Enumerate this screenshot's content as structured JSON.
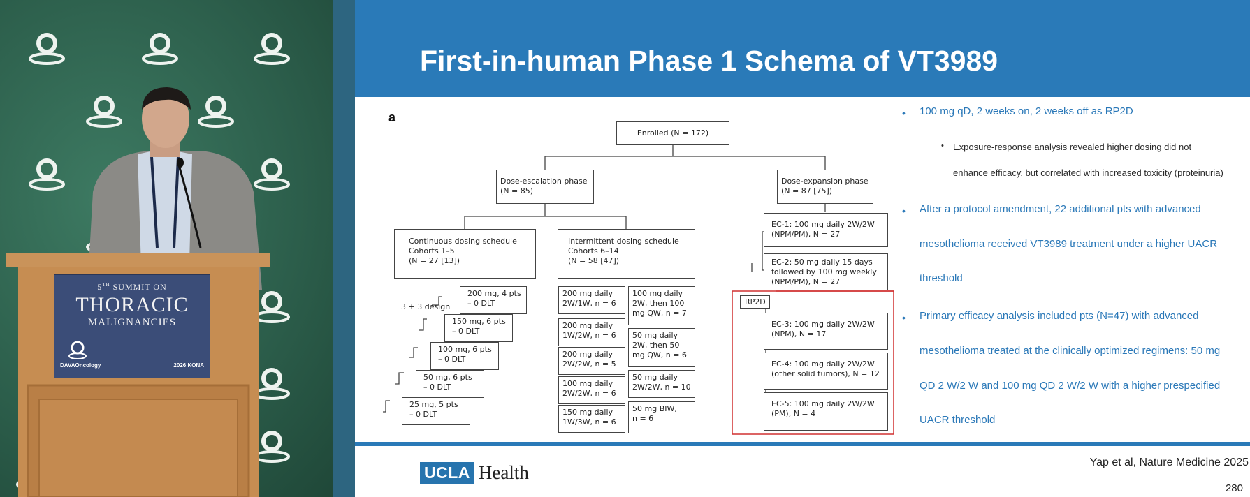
{
  "video": {
    "sign": {
      "summit_line_prefix": "5",
      "summit_line_sup": "TH",
      "summit_line_rest": "SUMMIT ON",
      "title_1": "THORACIC",
      "title_2": "MALIGNANCIES",
      "brand_left": "DAVAOncology",
      "brand_right": "2026 KONA"
    }
  },
  "slide": {
    "title": "First-in-human Phase 1 Schema of VT3989",
    "panel_letter": "a",
    "schema": {
      "enrolled": "Enrolled (N = 172)",
      "dose_escalation": "Dose-escalation phase\n(N = 85)",
      "dose_expansion": "Dose-expansion phase\n(N = 87 [75])",
      "continuous": "Continuous dosing schedule\nCohorts 1–5\n(N = 27 [13])",
      "intermittent": "Intermittent dosing schedule\nCohorts 6–14\n(N = 58 [47])",
      "design_label": "3 + 3 design",
      "staircase": [
        "200 mg, 4 pts\n– 0 DLT",
        "150 mg, 6 pts\n– 0 DLT",
        "100 mg, 6 pts\n– 0 DLT",
        "50 mg, 6 pts\n– 0 DLT",
        "25 mg, 5 pts\n– 0 DLT"
      ],
      "intermittent_left": [
        "200 mg daily\n2W/1W, n = 6",
        "200 mg daily\n1W/2W, n = 6",
        "200 mg daily\n2W/2W, n = 5",
        "100 mg daily\n2W/2W, n = 6",
        "150 mg daily\n1W/3W, n = 6"
      ],
      "intermittent_right": [
        "100 mg daily\n2W, then 100\nmg QW, n = 7",
        "50 mg daily\n2W, then 50\nmg QW, n = 6",
        "50 mg daily\n2W/2W, n = 10",
        "50 mg BIW,\nn = 6"
      ],
      "ec1": "EC-1: 100 mg daily 2W/2W\n(NPM/PM), N = 27",
      "ec2": "EC-2: 50 mg daily 15 days\nfollowed by 100 mg weekly\n(NPM/PM), N = 27",
      "rp2d": "RP2D",
      "ec3": "EC-3: 100 mg daily 2W/2W\n(NPM), N = 17",
      "ec4": "EC-4: 100 mg daily 2W/2W\n(other solid tumors), N = 12",
      "ec5": "EC-5: 100 mg daily 2W/2W\n(PM), N = 4"
    },
    "bullets": {
      "b1": "100 mg qD, 2 weeks on, 2 weeks off as RP2D",
      "b1_sub_line1": "Exposure-response analysis revealed higher dosing did not",
      "b1_sub_line2": "enhance efficacy, but correlated with increased toxicity (proteinuria)",
      "b2_line1": "After a protocol amendment, 22 additional pts with advanced",
      "b2_line2": "mesothelioma received VT3989 treatment under a higher UACR",
      "b2_line3": "threshold",
      "b3_line1": "Primary efficacy analysis included pts (N=47) with advanced",
      "b3_line2": "mesothelioma treated at the clinically optimized regimens: 50 mg",
      "b3_line3": "QD 2 W/2 W and 100 mg QD 2 W/2 W with a higher prespecified",
      "b3_line4": "UACR threshold"
    },
    "footer": {
      "logo_box": "UCLA",
      "logo_text": "Health",
      "citation": "Yap et al, Nature Medicine 2025",
      "page_number": "280"
    },
    "colors": {
      "header_blue": "#2a7ab8",
      "bullet_blue": "#2a78b8",
      "rp2d_red": "#d03030"
    }
  }
}
